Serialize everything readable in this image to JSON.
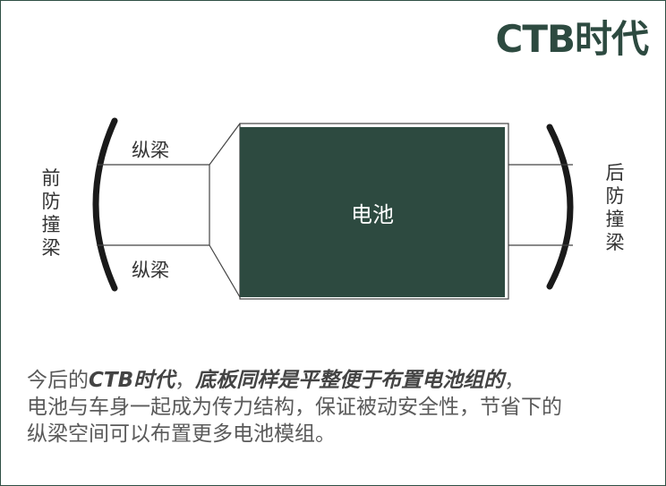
{
  "title": "CTB时代",
  "diagram": {
    "front_bumper": "前防撞梁",
    "rear_bumper": "后防撞梁",
    "rail_top": "纵梁",
    "rail_bottom": "纵梁",
    "battery": "电池"
  },
  "colors": {
    "battery_fill": "#2d4a40",
    "title": "#2d4a40",
    "line": "#333333"
  },
  "description": {
    "prefix": "今后的",
    "emphasis_1": "CTB时代",
    "sep_1": "，",
    "emphasis_2": "底板同样是平整便于布置电池组的",
    "sep_2": "，",
    "line_2": "电池与车身一起成为传力结构，保证被动安全性，节省下的",
    "line_3": "纵梁空间可以布置更多电池模组。"
  }
}
